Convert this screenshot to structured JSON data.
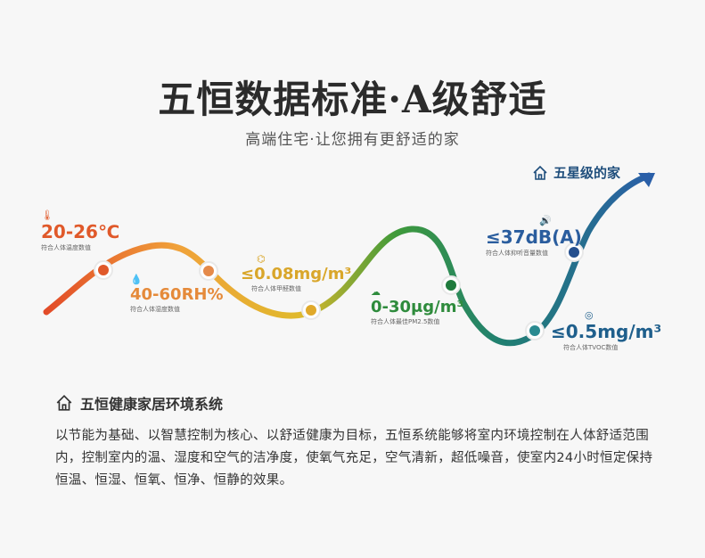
{
  "title": "五恒数据标准·A级舒适",
  "subtitle": "高端住宅·让您拥有更舒适的家",
  "five_star": "五星级的家",
  "metrics": {
    "temp": {
      "value": "20-26℃",
      "caption": "符合人体温度数值",
      "color": "#e0592a"
    },
    "humidity": {
      "value": "40-60RH%",
      "caption": "符合人体湿度数值",
      "color": "#e58a3a"
    },
    "formaldehyde": {
      "value": "≤0.08mg/m³",
      "caption": "符合人体甲醛数值",
      "color": "#d9a62a"
    },
    "pm25": {
      "value": "0-30μg/m³",
      "caption": "符合人体最佳PM2.5数值",
      "color": "#2e8b3c"
    },
    "noise": {
      "value": "≤37dB(A)",
      "caption": "符合人体抑听音量数值",
      "color": "#2a5d9e"
    },
    "tvoc": {
      "value": "≤0.5mg/m³",
      "caption": "符合人体TVOC数值",
      "color": "#1f5f8c"
    }
  },
  "section": {
    "heading": "五恒健康家居环境系统",
    "body": "以节能为基础、以智慧控制为核心、以舒适健康为目标，五恒系统能够将室内环境控制在人体舒适范围内，控制室内的温、湿度和空气的洁净度，使氧气充足，空气清新，超低噪音，使室内24小时恒定保持恒温、恒湿、恒氧、恒净、恒静的效果。"
  }
}
